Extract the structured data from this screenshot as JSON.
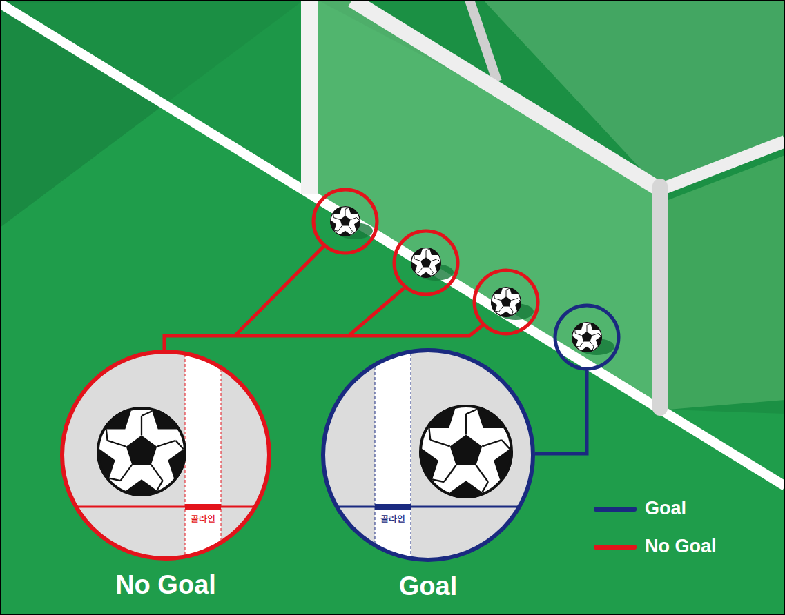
{
  "diagram": {
    "nodes": [
      {
        "text": [
          "골라인",
          "No Goal"
        ]
      },
      {
        "text": [
          "골라인",
          "Goal"
        ]
      }
    ],
    "legend": [
      {
        "text": "Goal",
        "color": "#1a2a80"
      },
      {
        "text": "No Goal",
        "color": "#e3131b"
      }
    ]
  }
}
